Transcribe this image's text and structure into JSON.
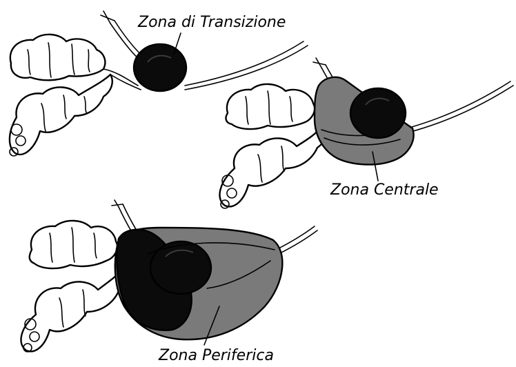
{
  "labels": {
    "transition_zone": "Zona di Transizione",
    "central_zone": "Zona Centrale",
    "peripheral_zone": "Zona Periferica"
  },
  "colors": {
    "dark_zone": "#0b0b0b",
    "gray_zone": "#7a7a7a",
    "outline": "#000000",
    "background": "#ffffff"
  }
}
